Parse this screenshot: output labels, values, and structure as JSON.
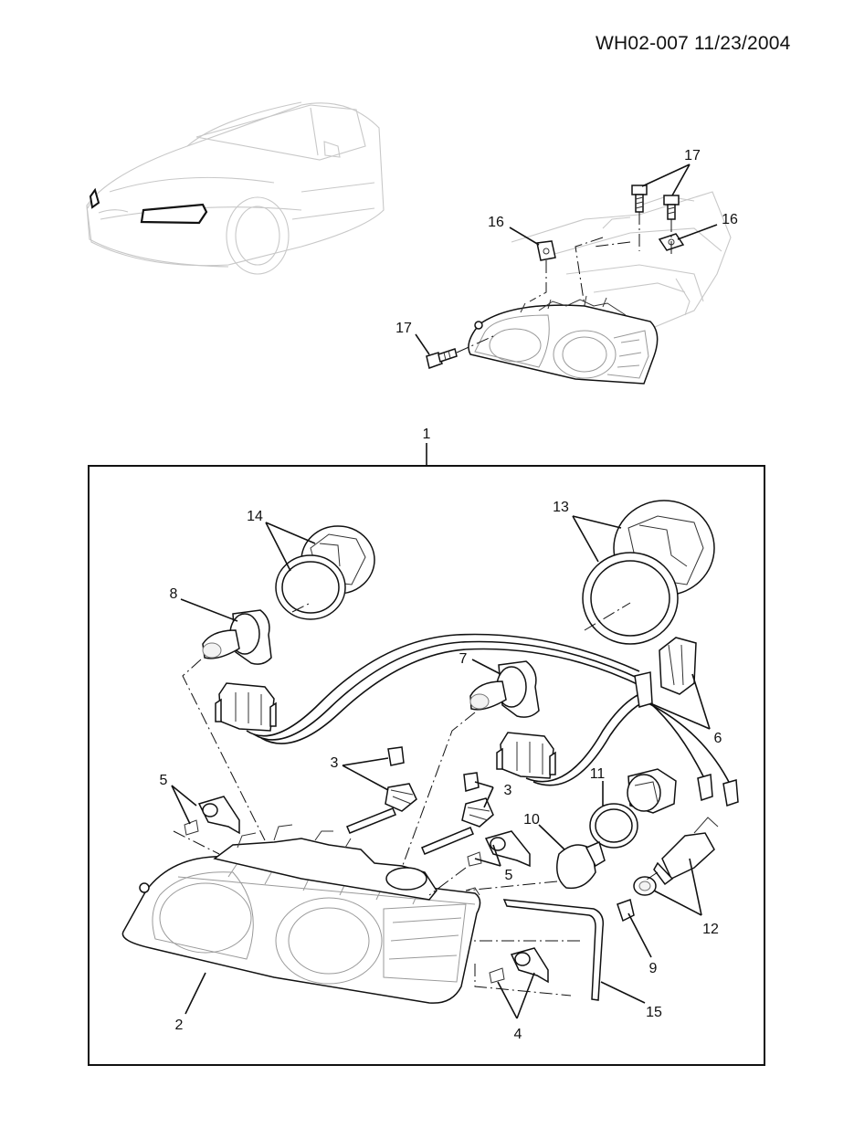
{
  "header": {
    "code": "WH02-007 11/23/2004"
  },
  "callouts": {
    "c1": "1",
    "c2": "2",
    "c3a": "3",
    "c3b": "3",
    "c4": "4",
    "c5a": "5",
    "c5b": "5",
    "c6": "6",
    "c7": "7",
    "c8": "8",
    "c9": "9",
    "c10": "10",
    "c11": "11",
    "c12": "12",
    "c13": "13",
    "c14": "14",
    "c15": "15",
    "c16a": "16",
    "c16b": "16",
    "c17a": "17",
    "c17b": "17"
  }
}
